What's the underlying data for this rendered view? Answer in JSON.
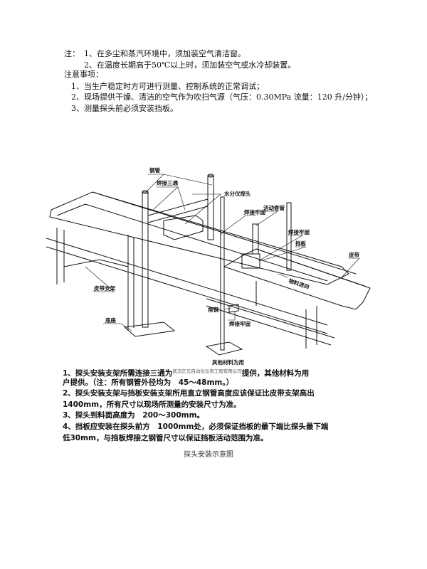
{
  "notes": {
    "prefix": "注：",
    "items": [
      "1、在多尘和蒸汽环境中，须加装空气清洁窗。",
      "2、在温度长期高于50℃以上时，须加装空气或水冷却装置。"
    ]
  },
  "precautions": {
    "title": "注意事项：",
    "items": [
      "1、当生产稳定时方可进行测量、控制系统的正常调试；",
      "2、现场提供干燥、清洁的空气作为吹扫气源（气压：0.30MPa 流量：120 升/分钟）；",
      "3、测量探头前必须安装挡板。"
    ]
  },
  "drawing_labels": {
    "steel_pipe": "钢管",
    "weld_tee": "焊接三通",
    "moisture_probe": "水分仪探头",
    "weld_firm_1": "焊接牢固",
    "sleeve": "活动套管",
    "weld_firm_2": "焊接牢固",
    "baffle": "挡板",
    "belt": "皮带",
    "belt_direction": "物料流向",
    "belt_support": "皮带支架",
    "base": "底座",
    "angle_steel": "角钢",
    "weld_firm_3": "焊接牢固",
    "other_materials": "其他材料为用"
  },
  "install_notes": {
    "line1a": "1、探头安装支架所需连接三通为",
    "company": "武汉正元自动化仪表工程有限公司",
    "line1b": "提供，其他材料为用",
    "line2": "户提供。（注：所有钢管外径均为　45～48mm。）",
    "line3": "2、探头安装支架与挡板安装支架所用直立钢管高度应该保证比皮带支架高出",
    "line4": "1400mm，所有尺寸以现场所测量的安装尺寸为准。",
    "line5": "3、探头到料面高度为　200～300mm。",
    "line6": "4、挡板应安装在探头前方　1000mm处，必须保证挡板的最下端比探头最下端",
    "line7": "低30mm，与挡板焊接之钢管尺寸以保证挡板活动范围为准。"
  },
  "caption": "探头安装示意图"
}
